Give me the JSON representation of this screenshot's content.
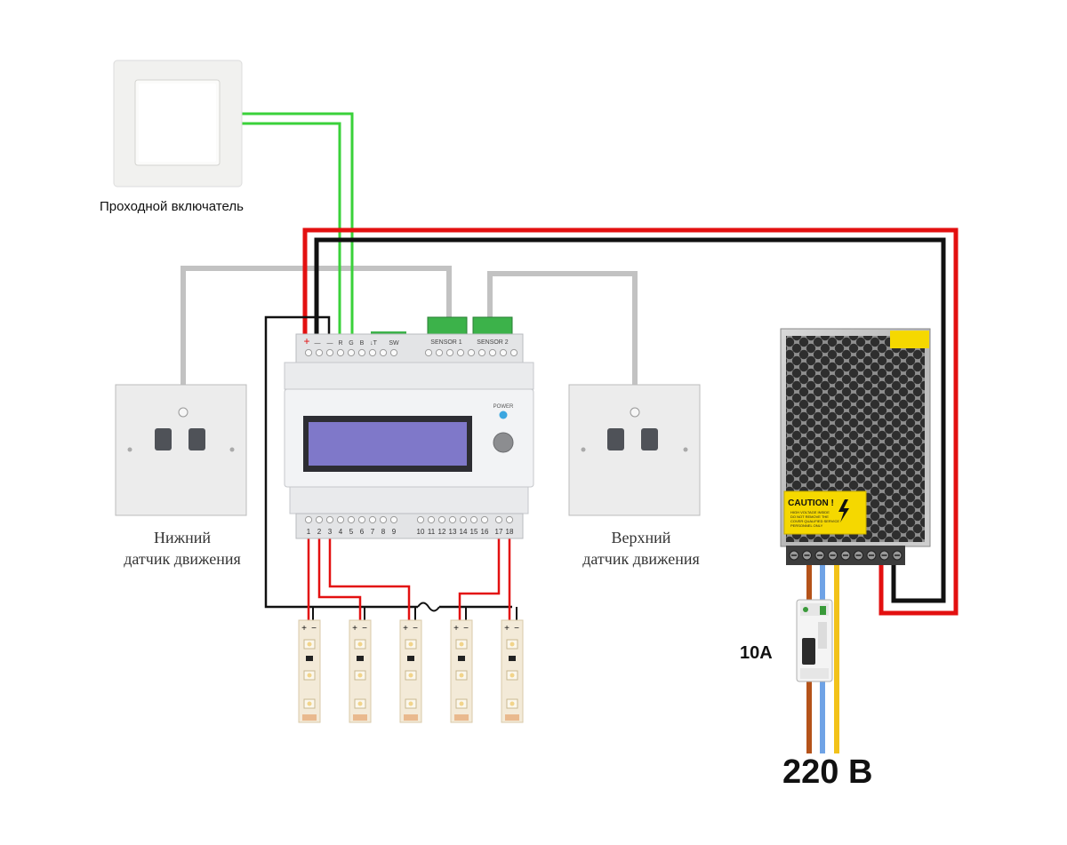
{
  "labels": {
    "pass_switch": "Проходной включатель",
    "lower_sensor": [
      "Нижний",
      "датчик движения"
    ],
    "upper_sensor": [
      "Верхний",
      "датчик движения"
    ],
    "breaker_rating": "10A",
    "mains_voltage": "220 В"
  },
  "controller": {
    "top_terminals": [
      "+",
      "—",
      "—",
      "R",
      "G",
      "B",
      "↓T",
      "SW"
    ],
    "sensor_ports": [
      "SENSOR 1",
      "SENSOR 2"
    ],
    "power_label": "POWER",
    "bottom_terminals": [
      "1",
      "2",
      "3",
      "4",
      "5",
      "6",
      "7",
      "8",
      "9",
      "10",
      "11",
      "12",
      "13",
      "14",
      "15",
      "16",
      "17",
      "18"
    ]
  },
  "psu": {
    "caution_title": "CAUTION !",
    "caution_text": [
      "HIGH VOLTAGE INSIDE",
      "DO NOT REMOVE THE",
      "COVER QUALIFIED SERVICE",
      "PERSONNEL ONLY"
    ]
  },
  "led_strip": {
    "pole_plus": "+",
    "pole_minus": "−"
  },
  "colors": {
    "wire_positive": "#e31010",
    "wire_negative": "#111111",
    "wire_switch": "#3ad13a",
    "wire_sensor": "#c2c2c2",
    "wire_phase": "#b5531a",
    "wire_neutral": "#6fa3e6",
    "wire_earth": "#f2c21a",
    "display": "#7f78c9",
    "power_led": "#3ba6e0",
    "caution_label": "#f5d800"
  }
}
